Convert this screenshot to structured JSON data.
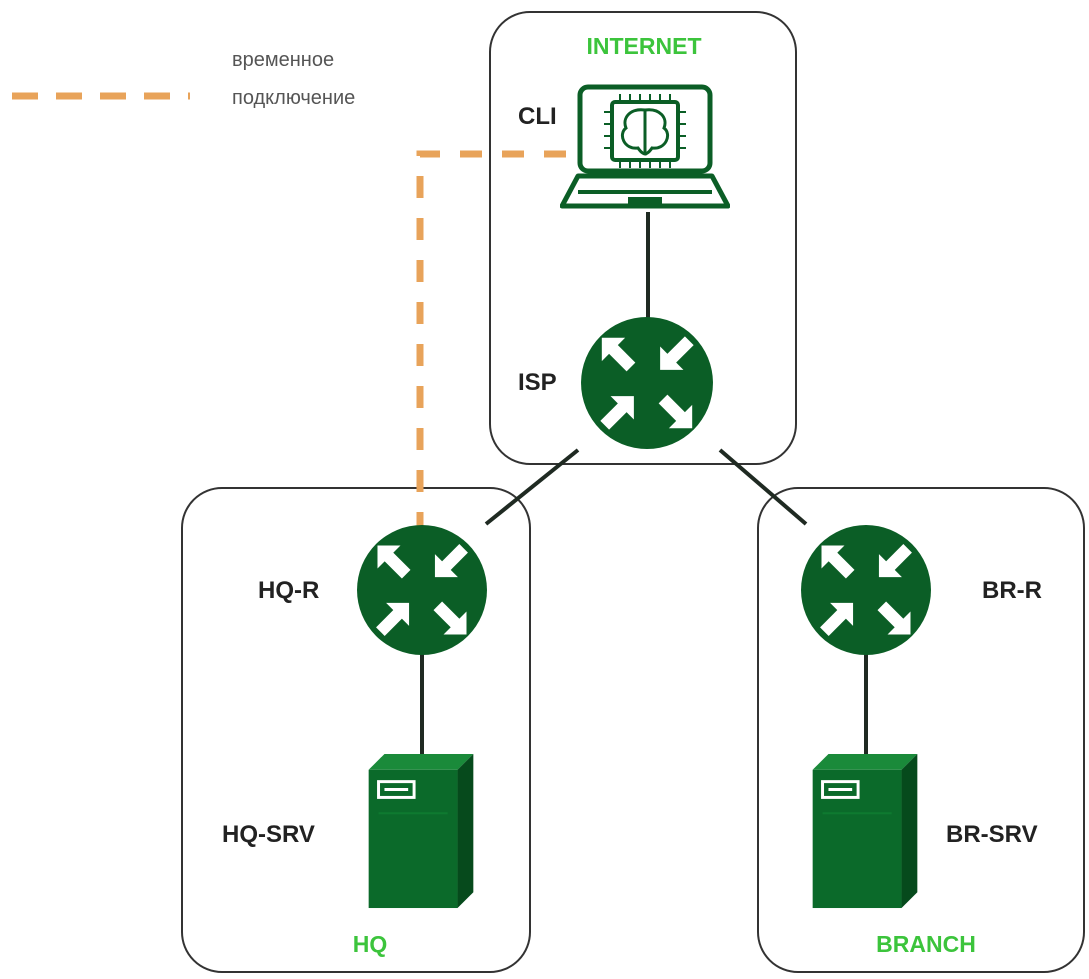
{
  "colors": {
    "device_green": "#0b5e26",
    "zone_label_green": "#3cc43c",
    "link_gray": "#1f2a22",
    "temp_link_orange": "#e8a35a",
    "zone_border": "#333333"
  },
  "legend": {
    "line1": "временное",
    "line2": "подключение"
  },
  "zones": {
    "internet": "INTERNET",
    "hq": "HQ",
    "branch": "BRANCH"
  },
  "devices": {
    "cli": {
      "label": "CLI",
      "icon": "laptop-icon"
    },
    "isp": {
      "label": "ISP",
      "icon": "router-icon"
    },
    "hq_r": {
      "label": "HQ-R",
      "icon": "router-icon"
    },
    "br_r": {
      "label": "BR-R",
      "icon": "router-icon"
    },
    "hq_srv": {
      "label": "HQ-SRV",
      "icon": "server-icon"
    },
    "br_srv": {
      "label": "BR-SRV",
      "icon": "server-icon"
    }
  }
}
